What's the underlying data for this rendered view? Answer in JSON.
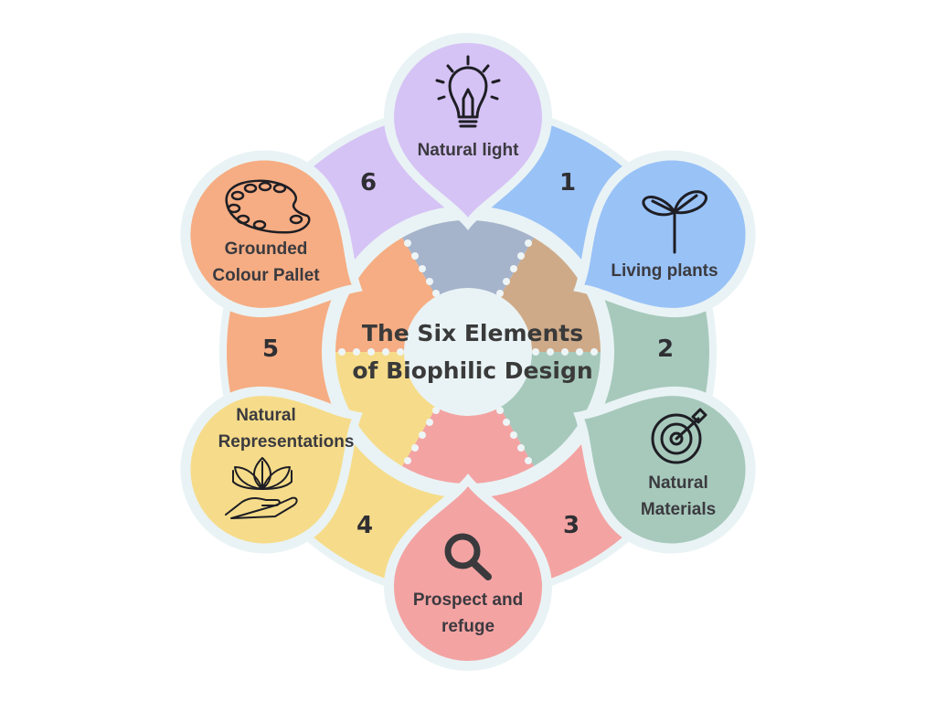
{
  "title": {
    "line1": "The Six Elements",
    "line2": "of Biophilic Design"
  },
  "colors": {
    "background": "#ffffff",
    "outline": "#e9f3f5",
    "text": "#3b3a3f"
  },
  "elements": [
    {
      "number": "1",
      "label_lines": [
        "Living plants"
      ],
      "icon": "sprout-icon",
      "color": "#99c2f7",
      "inner_color": "#cfaa88"
    },
    {
      "number": "2",
      "label_lines": [
        "Natural",
        "Materials"
      ],
      "icon": "target-arrow-icon",
      "color": "#a7c9bc",
      "inner_color": "#a7c9bc"
    },
    {
      "number": "3",
      "label_lines": [
        "Prospect and",
        "refuge"
      ],
      "icon": "magnifier-icon",
      "color": "#f4a3a3",
      "inner_color": "#f4a3a3"
    },
    {
      "number": "4",
      "label_lines": [
        "Natural",
        "Representations"
      ],
      "icon": "hand-leaves-icon",
      "color": "#f6dc8a",
      "inner_color": "#f6dc8a"
    },
    {
      "number": "5",
      "label_lines": [
        "Grounded",
        "Colour Pallet"
      ],
      "icon": "palette-icon",
      "color": "#f6ad83",
      "inner_color": "#f6ad83"
    },
    {
      "number": "6",
      "label_lines": [
        "Natural light"
      ],
      "icon": "lightbulb-icon",
      "color": "#d6c3f5",
      "inner_color": "#a6b4cb"
    }
  ]
}
